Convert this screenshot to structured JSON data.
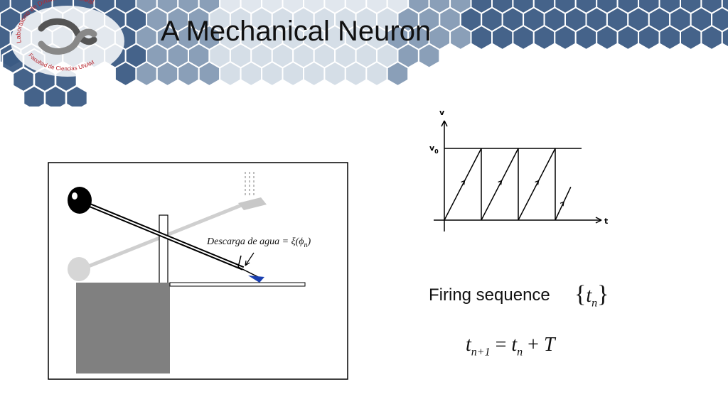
{
  "slide": {
    "title": "A Mechanical Neuron"
  },
  "logo": {
    "text_top": "Laboratorio de Dinámica No Lineal",
    "text_bottom": "Facultad de Ciencias UNAM"
  },
  "mechanism": {
    "annotation": "Descarga de agua = ξ(ϕ",
    "annotation_sub": "n",
    "annotation_close": ")"
  },
  "plot": {
    "y_label": "v",
    "y_level_label": "v",
    "y_level_sub": "0",
    "x_label": "t"
  },
  "firing": {
    "label": "Firing sequence",
    "set_open": "{",
    "set_var": "t",
    "set_sub": "n",
    "set_close": "}"
  },
  "equation": {
    "lhs_var": "t",
    "lhs_sub": "n+1",
    "op_eq": " = ",
    "rhs_var": "t",
    "rhs_sub": "n",
    "op_plus": " + ",
    "rhs_const": "T"
  },
  "colors": {
    "hex_dark": "#3b5b84",
    "hex_mid": "#6d87a6",
    "hex_light": "#b3c2d4",
    "logo_text": "#b8232b",
    "block": "#808080",
    "water": "#1a3fb0"
  }
}
